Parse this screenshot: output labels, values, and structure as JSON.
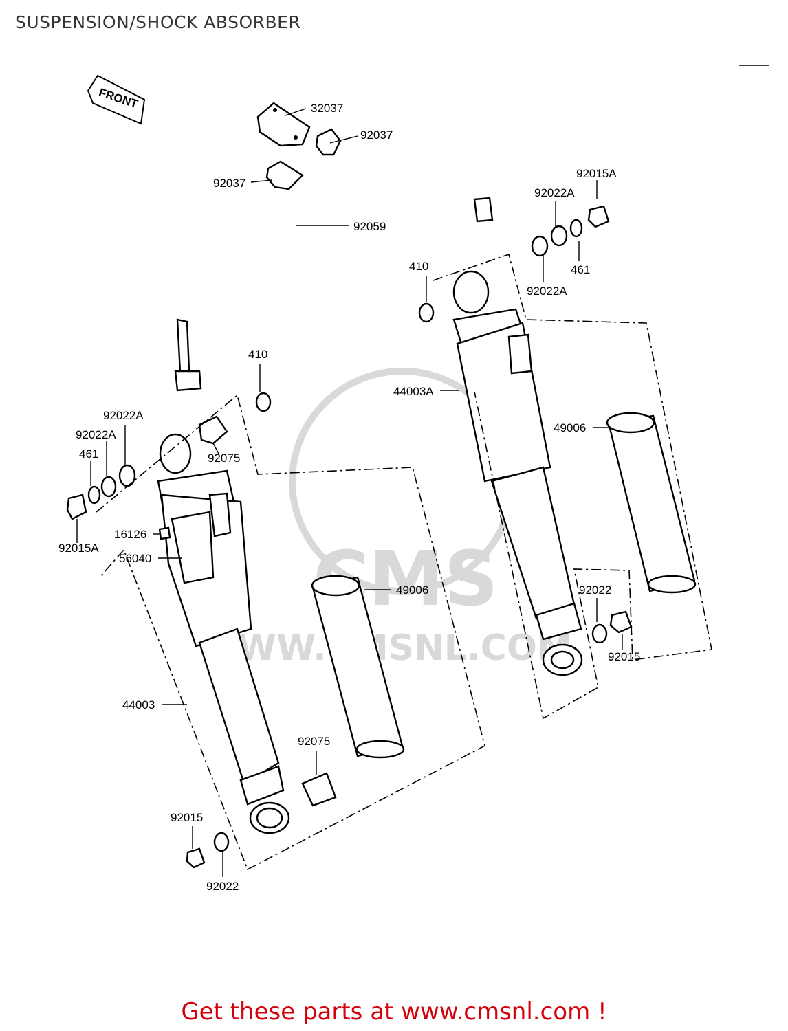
{
  "title": "SUSPENSION/SHOCK ABSORBER",
  "footer": "Get these parts at www.cmsnl.com !",
  "front_marker": "FRONT",
  "watermark": {
    "logo": "CMS",
    "url": "WWW.CMSNL.COM"
  },
  "part_labels": {
    "p32037": "32037",
    "p92037_top": "92037",
    "p92037_left": "92037",
    "p92059": "92059",
    "p92015A_right": "92015A",
    "p92022A_right_top": "92022A",
    "p461_right": "461",
    "p92022A_right_bottom": "92022A",
    "p410_right": "410",
    "p44003A": "44003A",
    "p49006_right": "49006",
    "p92022_right": "92022",
    "p92015_right": "92015",
    "p410_left": "410",
    "p92022A_left_top": "92022A",
    "p92022A_left_mid": "92022A",
    "p461_left": "461",
    "p92015A_left": "92015A",
    "p92075_top": "92075",
    "p16126": "16126",
    "p56040": "56040",
    "p49006_left": "49006",
    "p44003": "44003",
    "p92075_bottom": "92075",
    "p92015_left": "92015",
    "p92022_left": "92022"
  }
}
